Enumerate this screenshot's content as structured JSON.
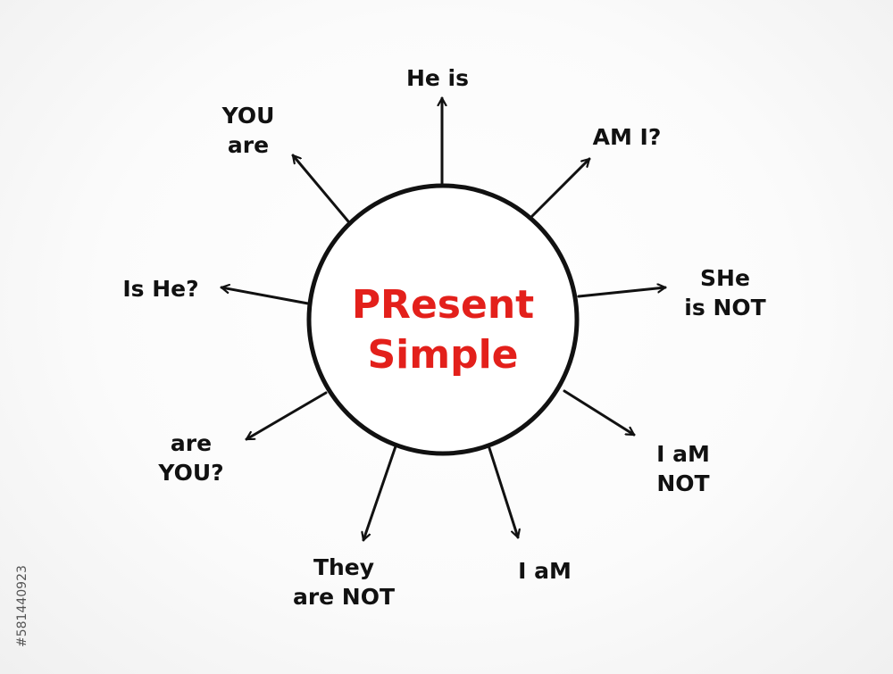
{
  "colors": {
    "ink": "#111111",
    "accent": "#e3201b"
  },
  "center": {
    "line1": "PResent",
    "line2": "Simple"
  },
  "spokes": [
    {
      "id": "he-is",
      "lines": [
        "He is"
      ]
    },
    {
      "id": "am-i",
      "lines": [
        "AM I?"
      ]
    },
    {
      "id": "she-is-not",
      "lines": [
        "SHe",
        "is NOT"
      ]
    },
    {
      "id": "i-am-not",
      "lines": [
        "I aM",
        "NOT"
      ]
    },
    {
      "id": "i-am",
      "lines": [
        "I aM"
      ]
    },
    {
      "id": "they-are-not",
      "lines": [
        "They",
        "are NOT"
      ]
    },
    {
      "id": "are-you",
      "lines": [
        "are",
        "YOU?"
      ]
    },
    {
      "id": "is-he",
      "lines": [
        "Is He?"
      ]
    },
    {
      "id": "you-are",
      "lines": [
        "YOU",
        "are"
      ]
    }
  ],
  "stock_id": "#581440923"
}
